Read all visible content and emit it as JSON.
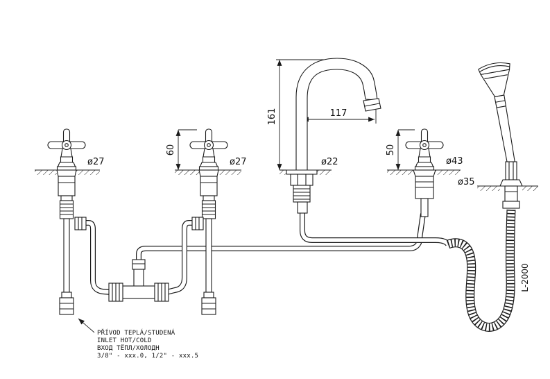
{
  "drawing": {
    "dimensions": {
      "valve1_handle": "ø27",
      "valve2_handle": "ø27",
      "valve2_height": "60",
      "spout_height": "161",
      "spout_reach": "117",
      "spout_base": "ø22",
      "diverter_height": "50",
      "diverter_base": "ø43",
      "shower_flange": "ø35",
      "hose_length": "L-2000"
    },
    "note": {
      "line1": "PŘÍVOD TEPLÁ/STUDENÁ",
      "line2": "INLET HOT/COLD",
      "line3": "ВХОД ТЁПЛ/ХОЛОДН",
      "line4": "3/8\" - xxx.0, 1/2\" - xxx.5"
    },
    "colors": {
      "line": "#1a1a1a",
      "background": "#ffffff"
    }
  }
}
